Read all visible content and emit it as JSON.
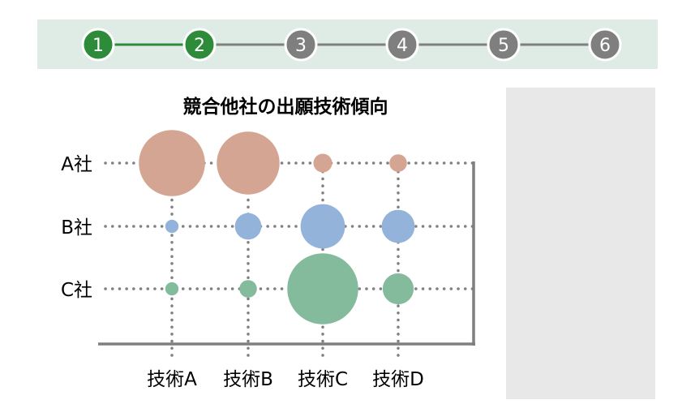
{
  "stepper": {
    "steps": [
      {
        "label": "1",
        "state": "done"
      },
      {
        "label": "2",
        "state": "current"
      },
      {
        "label": "3",
        "state": "todo"
      },
      {
        "label": "4",
        "state": "todo"
      },
      {
        "label": "5",
        "state": "todo"
      },
      {
        "label": "6",
        "state": "todo"
      }
    ],
    "colors": {
      "done": "#2e8b3a",
      "todo": "#7f7f7f",
      "line_done": "#2e8b3a",
      "line_todo": "#7f7f7f",
      "bar_bg": "#dfece5"
    }
  },
  "chart_data": {
    "type": "bubble",
    "title": "競合他社の出願技術傾向",
    "categories_x": [
      "技術A",
      "技術B",
      "技術C",
      "技術D"
    ],
    "categories_y": [
      "A社",
      "B社",
      "C社"
    ],
    "series": [
      {
        "name": "A社",
        "color": "#d4a593",
        "values": [
          10,
          9,
          0.8,
          0.7
        ]
      },
      {
        "name": "B社",
        "color": "#93b3da",
        "values": [
          0.4,
          1.6,
          4.5,
          2.5
        ]
      },
      {
        "name": "C社",
        "color": "#85bb9d",
        "values": [
          0.4,
          0.7,
          11.5,
          2.2
        ]
      }
    ],
    "grid": "dotted"
  }
}
